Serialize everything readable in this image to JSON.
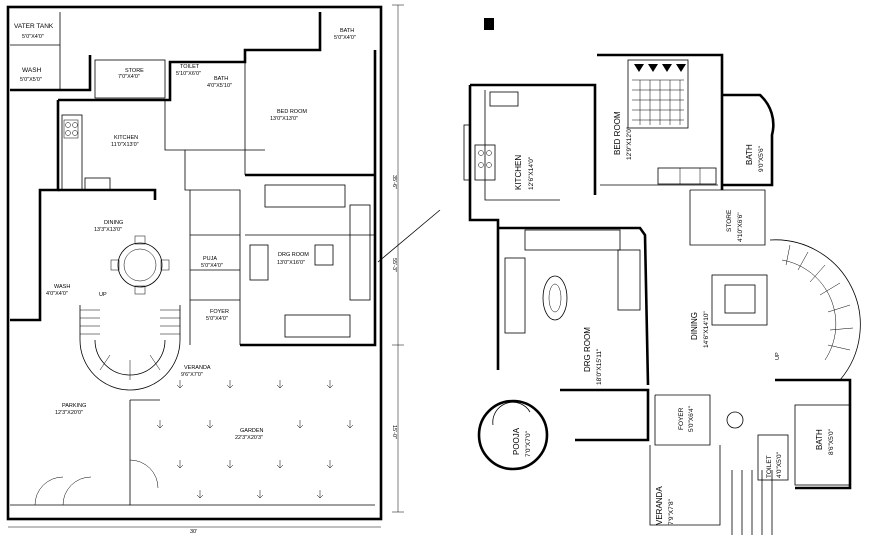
{
  "left_plan": {
    "rooms": [
      {
        "id": "water-tank",
        "name": "VATER TANK",
        "size": "5'0\"X4'0\""
      },
      {
        "id": "wash-top",
        "name": "WASH",
        "size": "5'0\"X5'0\""
      },
      {
        "id": "store",
        "name": "STORE",
        "size": "7'0\"X4'0\""
      },
      {
        "id": "toilet",
        "name": "TOILET",
        "size": "5'10\"X6'0\""
      },
      {
        "id": "bath-small",
        "name": "BATH",
        "size": "4'0\"X5'10\""
      },
      {
        "id": "bath-top",
        "name": "BATH",
        "size": "5'0\"X4'0\""
      },
      {
        "id": "bedroom",
        "name": "BED ROOM",
        "size": "13'0\"X13'0\""
      },
      {
        "id": "kitchen",
        "name": "KITCHEN",
        "size": "11'0\"X13'0\""
      },
      {
        "id": "dining",
        "name": "DINING",
        "size": "13'3\"X13'0\""
      },
      {
        "id": "puja",
        "name": "PUJA",
        "size": "5'0\"X4'0\""
      },
      {
        "id": "drawing-room",
        "name": "DRG ROOM",
        "size": "13'0\"X16'0\""
      },
      {
        "id": "wash-side",
        "name": "WASH",
        "size": "4'0\"X4'0\""
      },
      {
        "id": "foyer",
        "name": "FOYER",
        "size": "5'0\"X4'0\""
      },
      {
        "id": "veranda",
        "name": "VERANDA",
        "size": "9'6\"X7'0\""
      },
      {
        "id": "parking",
        "name": "PARKING",
        "size": "12'3\"X20'0\""
      },
      {
        "id": "garden",
        "name": "GARDEN",
        "size": "22'3\"X20'3\""
      }
    ],
    "stair_label": "UP",
    "dims": {
      "width": "30'",
      "depth_top": "35'-6\"",
      "depth_total": "55'-3\"",
      "depth_bottom": "15'-0\""
    }
  },
  "right_plan": {
    "rooms": [
      {
        "id": "kitchen",
        "name": "KITCHEN",
        "size": "12'6\"X14'0\""
      },
      {
        "id": "bedroom",
        "name": "BED ROOM",
        "size": "12'9\"X12'0\""
      },
      {
        "id": "bath-top",
        "name": "BATH",
        "size": "9'0\"X5'6\""
      },
      {
        "id": "store",
        "name": "STORE",
        "size": "4'10\"X6'6\""
      },
      {
        "id": "drawing-room",
        "name": "DRG ROOM",
        "size": "18'0\"X15'11\""
      },
      {
        "id": "dining",
        "name": "DINING",
        "size": "14'6\"X14'10\""
      },
      {
        "id": "pooja",
        "name": "POOJA",
        "size": "7'0\"X7'0\""
      },
      {
        "id": "foyer",
        "name": "FOYER",
        "size": "5'0\"X6'4\""
      },
      {
        "id": "veranda",
        "name": "VERANDA",
        "size": "7'9\"X7'8\""
      },
      {
        "id": "toilet",
        "name": "TOILET",
        "size": "4'0\"X5'0\""
      },
      {
        "id": "bath-bottom",
        "name": "BATH",
        "size": "8'6\"X5'0\""
      }
    ],
    "stair_label": "UP"
  }
}
